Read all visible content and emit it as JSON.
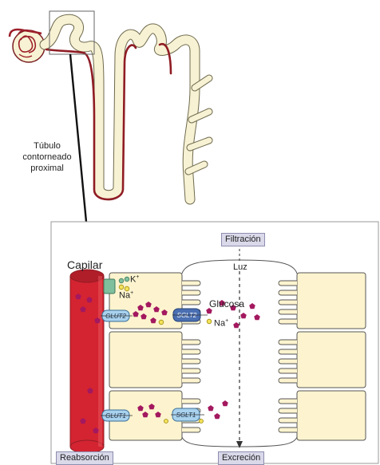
{
  "tubule_label": [
    "Túbulo",
    "contorneado",
    "proximal"
  ],
  "capillary_label": "Capilar",
  "filtration_label": "Filtración",
  "lumen_label": "Luz",
  "glucose_label": "Glucosa",
  "sodium_label": "Na",
  "sodium_superscript": "+",
  "potassium_label": "K",
  "potassium_superscript": "+",
  "reabsorption_label": "Reabsorción",
  "excretion_label": "Excreción",
  "transporters": {
    "glut2": "GLUT2",
    "sglt2": "SGLT2",
    "glut1": "GLUT1",
    "sglt1": "SGLT1"
  },
  "colors": {
    "capillary": "#d42431",
    "cell": "#fdf4cf",
    "glucose": "#a3185f",
    "sglt2": "#4a6fb3",
    "transporter_light": "#a9d2ee",
    "pump": "#7fbf9e",
    "sodium": "#f2e35a",
    "label_box": "#d9d9ea"
  }
}
